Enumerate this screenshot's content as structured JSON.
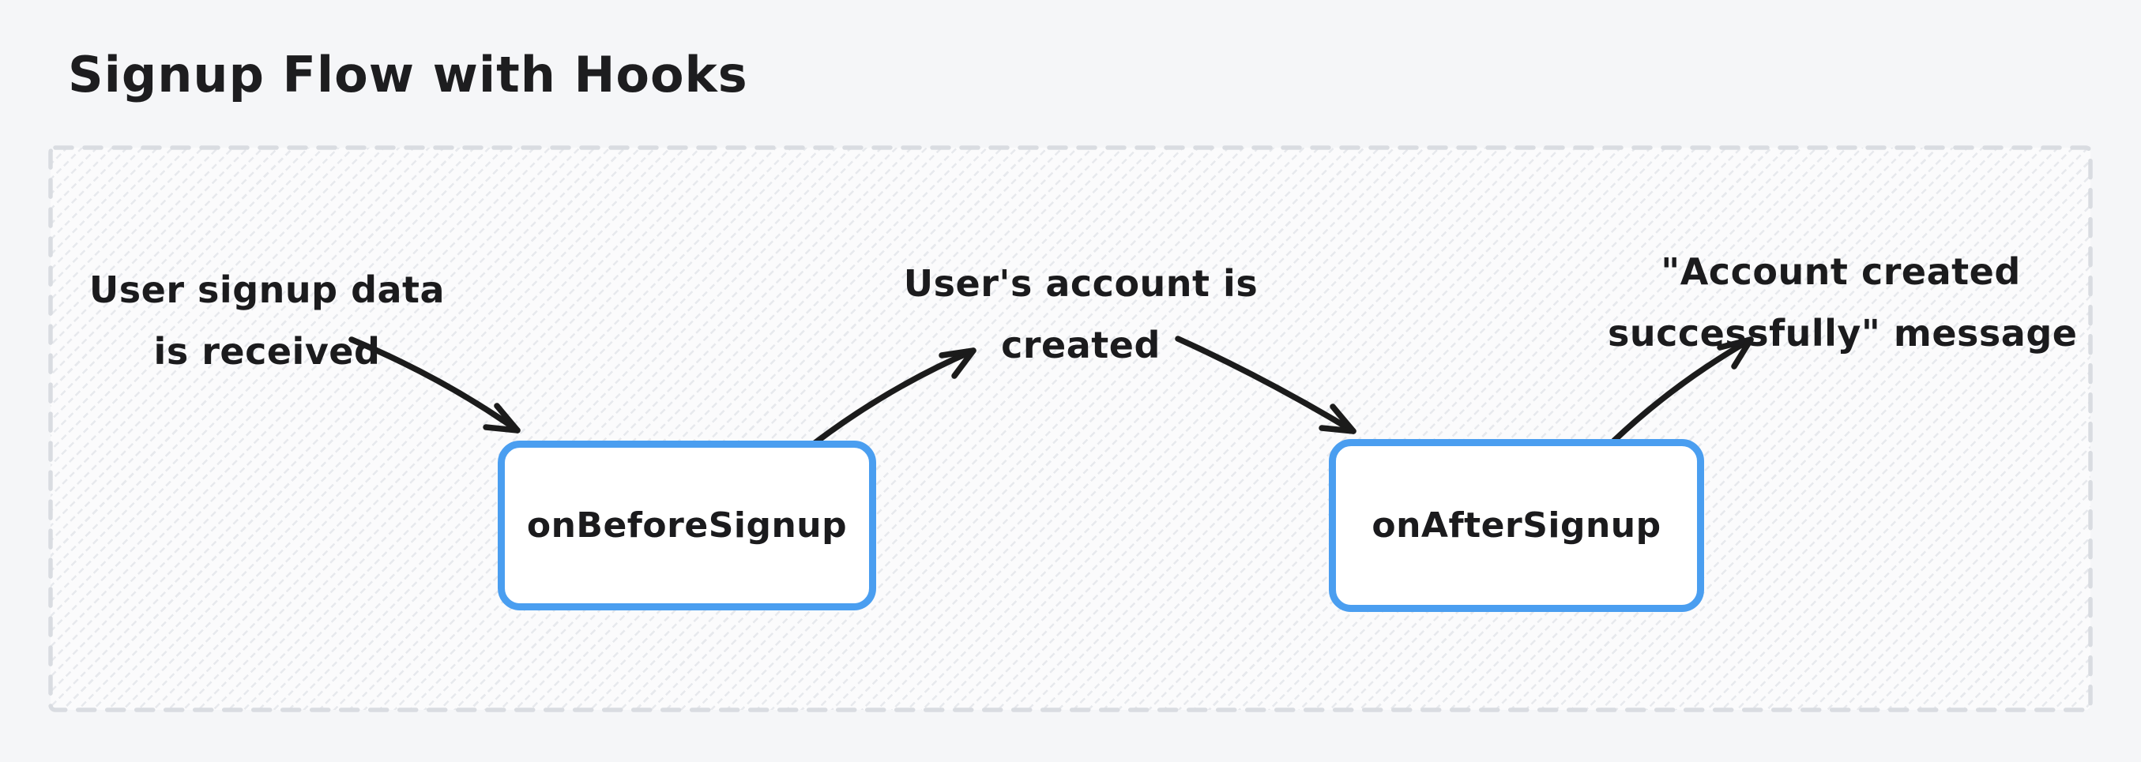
{
  "title": {
    "text": "Signup Flow with Hooks"
  },
  "flow": {
    "annotations": [
      {
        "line1": "User signup data",
        "line2": "is received"
      },
      {
        "line1": "User's account is",
        "line2": "created"
      },
      {
        "line1": "\"Account created",
        "line2": "successfully\" message"
      }
    ],
    "nodes": [
      {
        "label": "onBeforeSignup"
      },
      {
        "label": "onAfterSignup"
      }
    ]
  },
  "colors": {
    "page_background": "#f5f6f8",
    "frame_fill": "#fbfbfc",
    "frame_hatch": "#e7e9ed",
    "frame_dash": "#d9dce1",
    "node_border": "#4a9ef0",
    "node_fill": "#ffffff",
    "arrow": "#1b1b1b",
    "text": "#1b1b1d"
  }
}
